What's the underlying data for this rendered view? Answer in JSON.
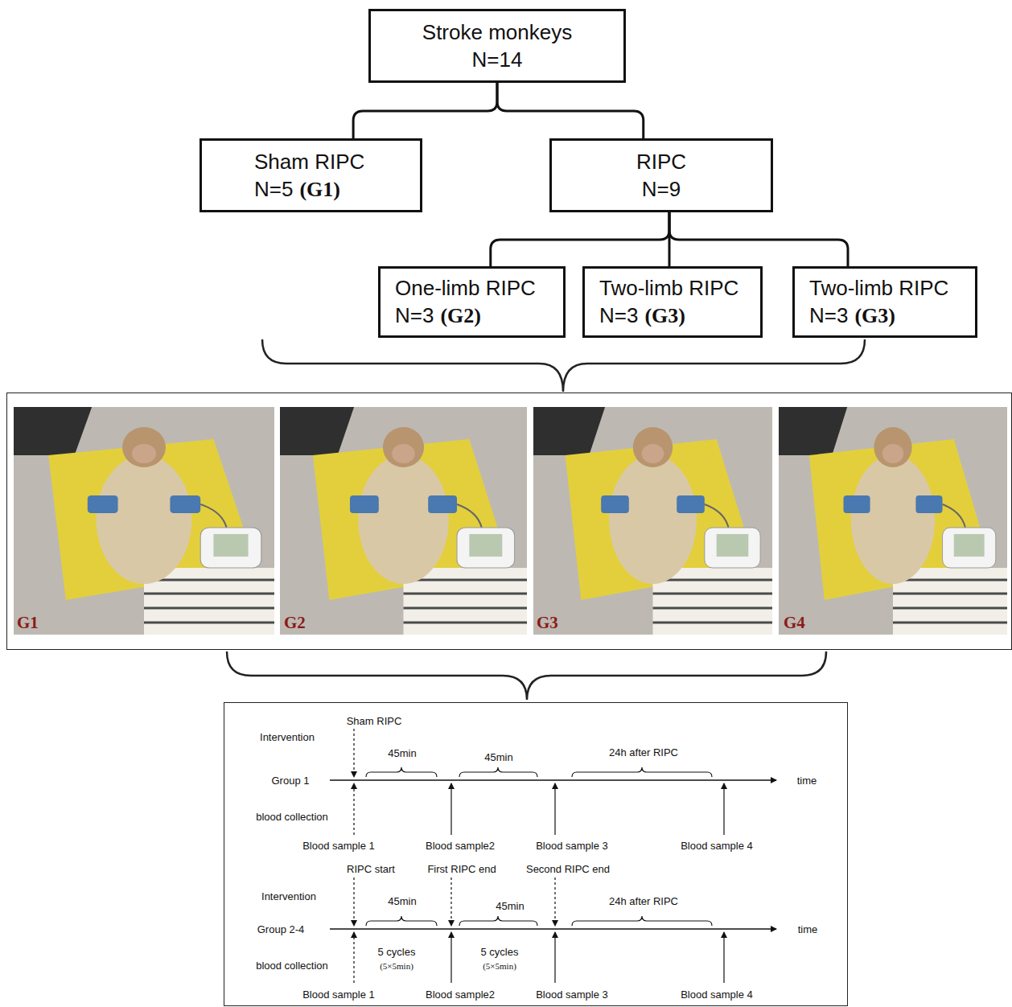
{
  "diagram": {
    "nodes": [
      {
        "text": [
          "Stroke monkeys",
          "N=14"
        ]
      },
      {
        "text": [
          "Sham RIPC",
          "N=5",
          "(G1)"
        ]
      },
      {
        "text": [
          "RIPC",
          "N=9"
        ]
      },
      {
        "text": [
          "One-limb RIPC",
          "N=3",
          "(G2)"
        ]
      },
      {
        "text": [
          "Two-limb RIPC",
          "N=3",
          "(G3)"
        ]
      },
      {
        "text": [
          "Two-limb RIPC",
          "N=3",
          "(G3)"
        ]
      },
      {
        "text": [
          "G1",
          "G2",
          "G3",
          "G4"
        ]
      },
      {
        "text": [
          "Sham  RIPC",
          "Intervention",
          "45min",
          "45min",
          "24h after RIPC",
          "Group 1",
          "time",
          "blood collection",
          "Blood sample 1",
          "Blood sample2",
          "Blood sample 3",
          "Blood sample 4",
          "RIPC start",
          "First RIPC end",
          "Second RIPC end",
          "Intervention",
          "45min",
          "45min",
          "24h after RIPC",
          "Group 2-4",
          "time",
          "5 cycles",
          "(5×5min)",
          "5 cycles",
          "(5×5min)",
          "blood collection",
          "Blood sample 1",
          "Blood sample2",
          "Blood sample 3",
          "Blood sample 4"
        ]
      }
    ],
    "edges": [
      {
        "from": 0,
        "to": 1,
        "arrow": "none"
      },
      {
        "from": 0,
        "to": 2,
        "arrow": "none"
      },
      {
        "from": 2,
        "to": 3,
        "arrow": "none"
      },
      {
        "from": 2,
        "to": 4,
        "arrow": "none"
      },
      {
        "from": 2,
        "to": 5,
        "arrow": "none"
      }
    ]
  }
}
